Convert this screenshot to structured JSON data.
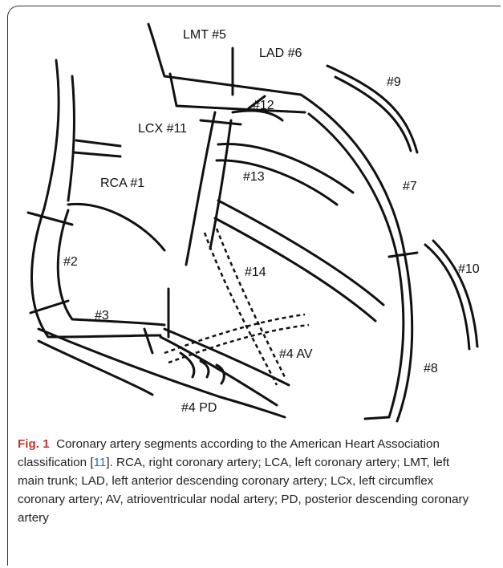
{
  "diagram": {
    "labels": {
      "lmt": "LMT #5",
      "lad": "LAD #6",
      "s9": "#9",
      "s12": "#12",
      "lcx": "LCX #11",
      "rca": "RCA #1",
      "s13": "#13",
      "s7": "#7",
      "s2": "#2",
      "s14": "#14",
      "s10": "#10",
      "s3": "#3",
      "av": "#4 AV",
      "s8": "#8",
      "pd": "#4 PD"
    }
  },
  "caption": {
    "fig_label": "Fig. 1",
    "text_before_ref": "Coronary artery segments according to the American Heart Association classification [",
    "ref": "11",
    "text_after_ref": "]. RCA, right coronary artery; LCA, left coronary artery; LMT, left main trunk; LAD, left anterior descending coronary artery; LCx, left circumflex coronary artery; AV, atrioventricular nodal artery; PD, posterior descending coronary artery"
  },
  "colors": {
    "fig_label": "#c0392b",
    "reference": "#2a6ebb",
    "line": "#111111"
  }
}
